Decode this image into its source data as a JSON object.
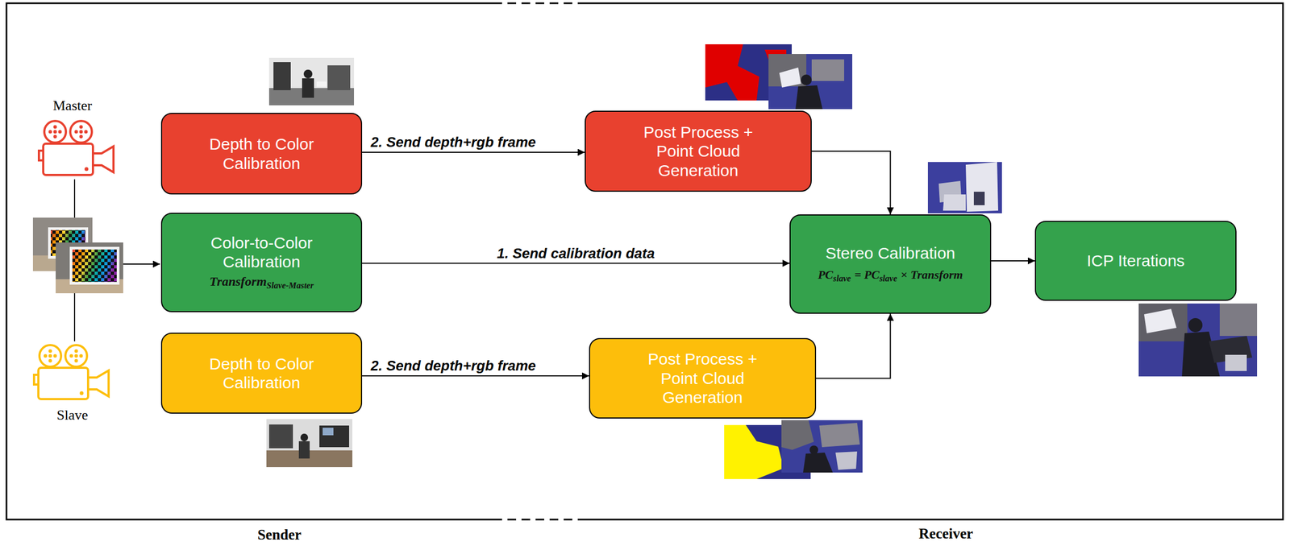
{
  "diagram": {
    "nodes": [
      {
        "text": [
          "Depth to Color Calibration"
        ]
      },
      {
        "text": [
          "Color-to-Color Calibration",
          "Transform",
          "Slave-Master"
        ]
      },
      {
        "text": [
          "Depth to Color Calibration"
        ]
      },
      {
        "text": [
          "Post Process + Point Cloud Generation"
        ]
      },
      {
        "text": [
          "Post Process + Point Cloud Generation"
        ]
      },
      {
        "text": [
          "Stereo Calibration",
          "PC",
          "slave",
          "= PC",
          "slave",
          "× Transform"
        ]
      },
      {
        "text": [
          "ICP Iterations"
        ]
      }
    ],
    "edges": [
      {
        "from": 0,
        "to": 3,
        "arrow": "to",
        "label": "2.  Send depth+rgb frame"
      },
      {
        "from": 1,
        "to": 5,
        "arrow": "to",
        "label": "1.  Send calibration data"
      },
      {
        "from": 2,
        "to": 4,
        "arrow": "to",
        "label": "2.  Send depth+rgb frame"
      },
      {
        "from": 3,
        "to": 5,
        "arrow": "to"
      },
      {
        "from": 4,
        "to": 5,
        "arrow": "to"
      },
      {
        "from": 5,
        "to": 6,
        "arrow": "to"
      }
    ],
    "labels": [
      "Master",
      "Slave",
      "Sender",
      "Receiver"
    ]
  }
}
